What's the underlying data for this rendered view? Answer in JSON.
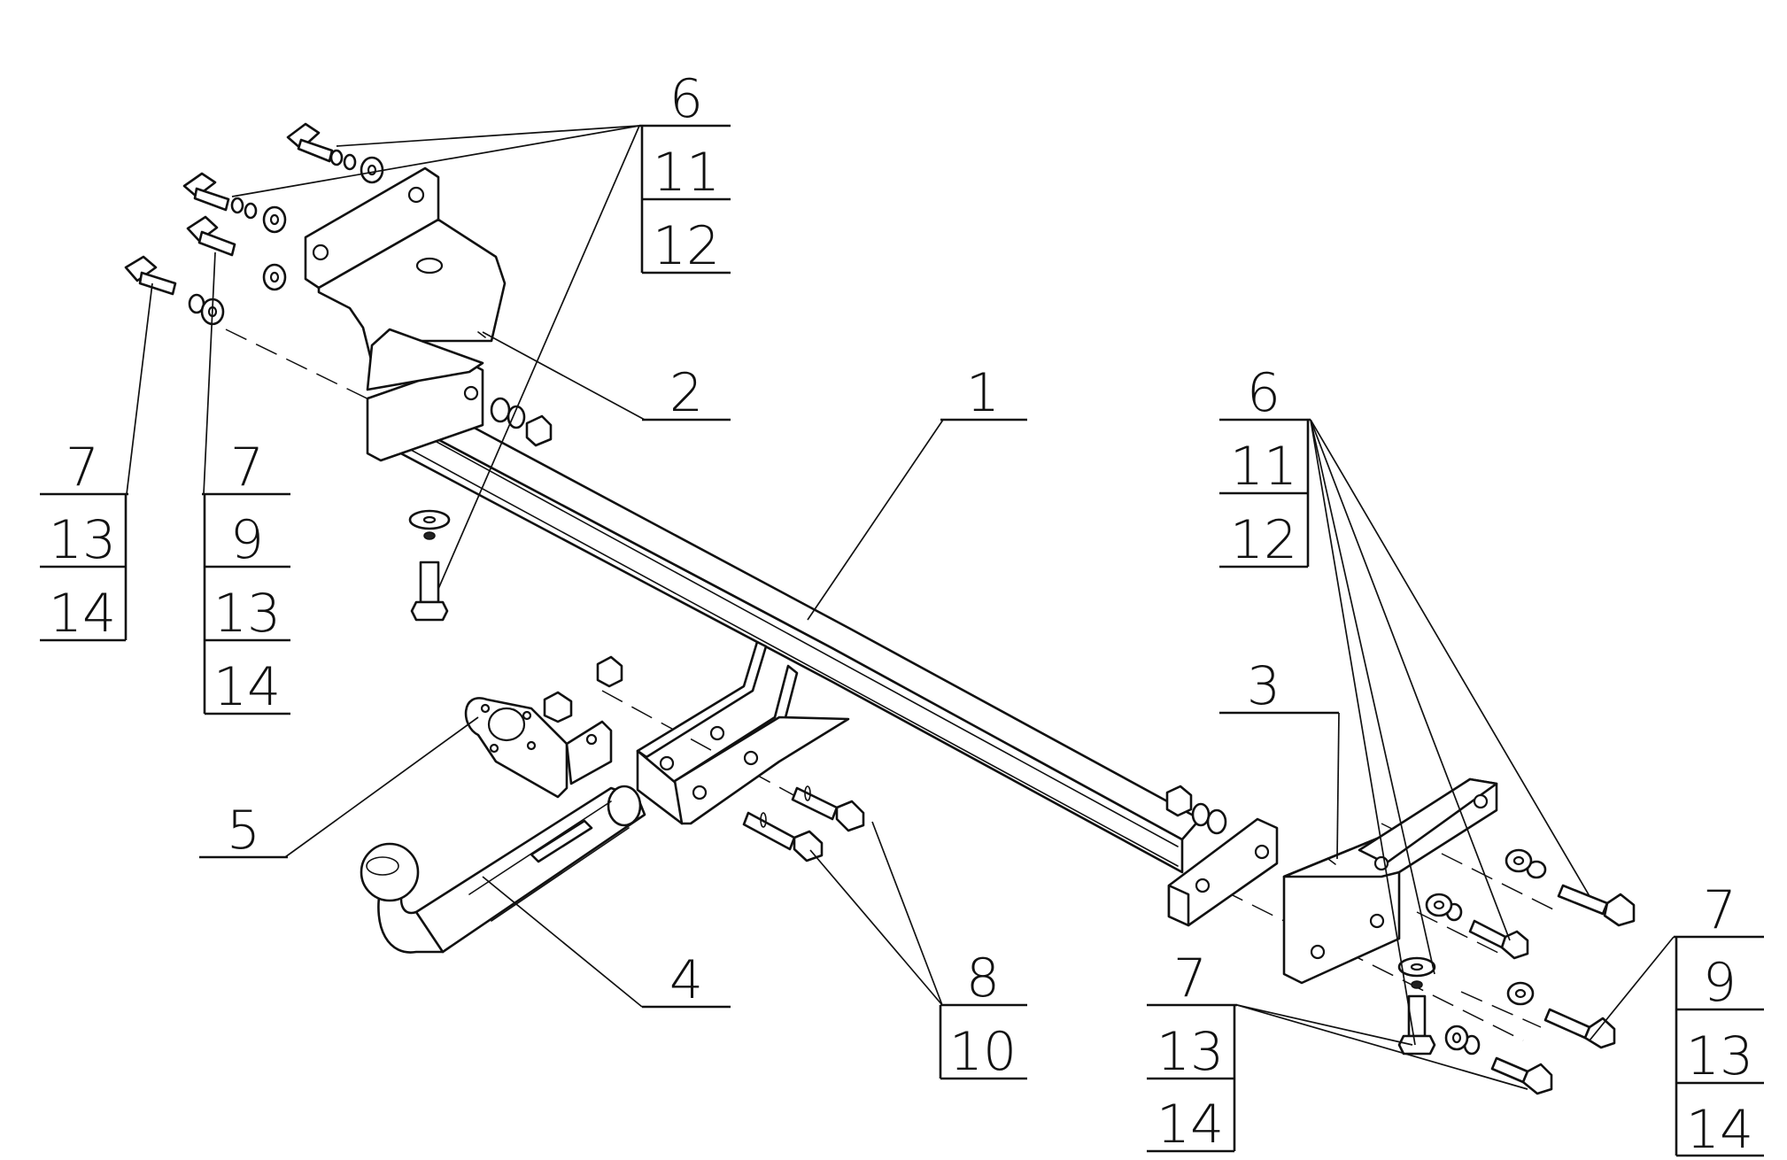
{
  "callouts": {
    "c_6_11_12_top": [
      "6",
      "11",
      "12"
    ],
    "c_2": "2",
    "c_1": "1",
    "c_6_11_12_right": [
      "6",
      "11",
      "12"
    ],
    "c_7_13_14_left": [
      "7",
      "13",
      "14"
    ],
    "c_7_9_13_14_left": [
      "7",
      "9",
      "13",
      "14"
    ],
    "c_3": "3",
    "c_5": "5",
    "c_4": "4",
    "c_8_10": [
      "8",
      "10"
    ],
    "c_7_13_14_bottom": [
      "7",
      "13",
      "14"
    ],
    "c_7_9_13_14_right": [
      "7",
      "9",
      "13",
      "14"
    ]
  }
}
